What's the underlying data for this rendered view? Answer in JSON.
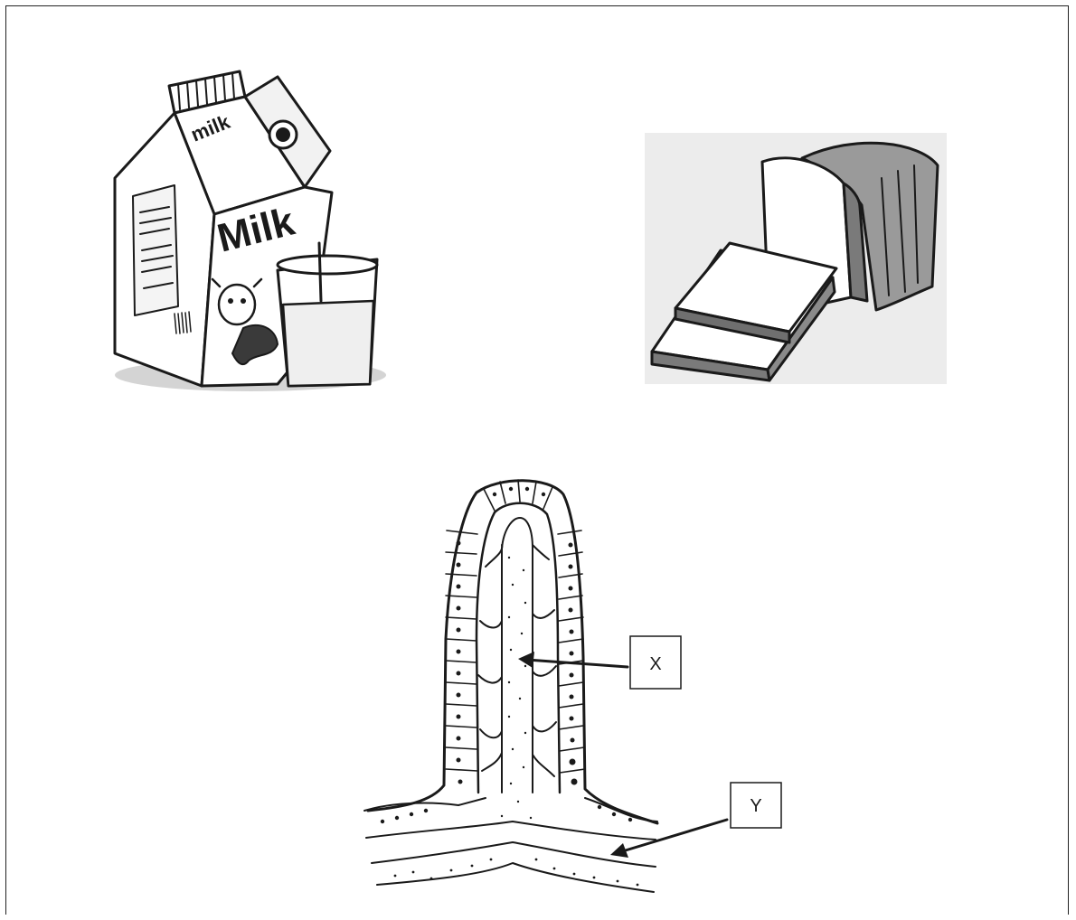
{
  "illustrations": {
    "milk_carton": {
      "brand_small": "milk",
      "brand_large": "Milk"
    },
    "bread": {},
    "villus": {
      "labels": [
        {
          "id": "X",
          "text": "X"
        },
        {
          "id": "Y",
          "text": "Y"
        }
      ]
    }
  },
  "colors": {
    "ink": "#1a1a1a",
    "bread_background": "#ececec",
    "crust": "#7a7a7a"
  }
}
